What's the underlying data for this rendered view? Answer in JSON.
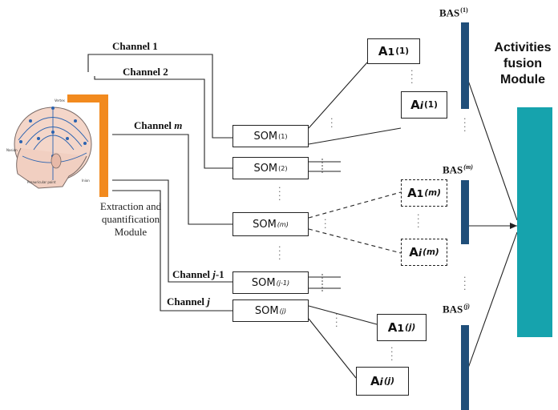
{
  "fusion": {
    "title_line1": "Activities",
    "title_line2": "fusion",
    "title_line3": "Module",
    "color": "#16a3ad"
  },
  "extraction": {
    "line1": "Extraction and",
    "line2": "quantification",
    "line3": "Module",
    "color": "#f28a1e"
  },
  "channels": {
    "c1": "Channel 1",
    "c2": "Channel 2",
    "cm_prefix": "Channel ",
    "cm_var": "m",
    "cj1_prefix": "Channel ",
    "cj1_var": "j",
    "cj1_suffix": "-1",
    "cj_prefix": "Channel ",
    "cj_var": "j"
  },
  "som": {
    "base": "SOM",
    "s1": "(1)",
    "s2": "(2)",
    "sm": "(m)",
    "sj1": "(j-1)",
    "sj": "(j)"
  },
  "activities": {
    "base": "A",
    "sub1": "1",
    "subi": "i",
    "sup1": "(1)",
    "supm": "(m)",
    "supj": "(j)"
  },
  "bas": {
    "base": "BAS",
    "b1": "(1)",
    "bm": "(m)",
    "bj": "(j)",
    "color": "#1f4e79"
  },
  "head_labels": {
    "top": "Vertex",
    "left": "Nasion",
    "right": "Inion",
    "bottom": "Preauricular point"
  }
}
